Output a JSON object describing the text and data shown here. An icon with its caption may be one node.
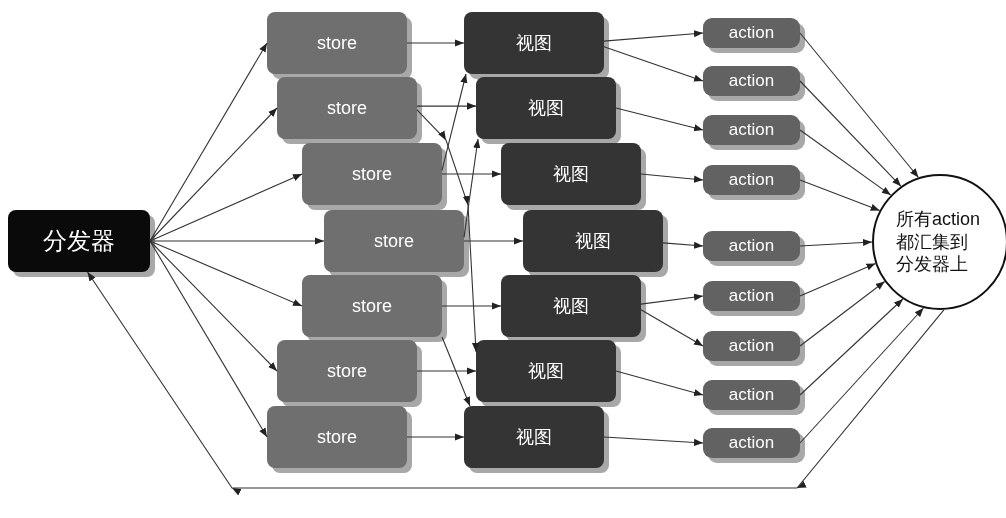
{
  "diagram": {
    "nodes": [
      {
        "text": [
          "分发器"
        ]
      },
      {
        "text": [
          "store"
        ]
      },
      {
        "text": [
          "store"
        ]
      },
      {
        "text": [
          "store"
        ]
      },
      {
        "text": [
          "store"
        ]
      },
      {
        "text": [
          "store"
        ]
      },
      {
        "text": [
          "store"
        ]
      },
      {
        "text": [
          "store"
        ]
      },
      {
        "text": [
          "视图"
        ]
      },
      {
        "text": [
          "视图"
        ]
      },
      {
        "text": [
          "视图"
        ]
      },
      {
        "text": [
          "视图"
        ]
      },
      {
        "text": [
          "视图"
        ]
      },
      {
        "text": [
          "视图"
        ]
      },
      {
        "text": [
          "视图"
        ]
      },
      {
        "text": [
          "action"
        ]
      },
      {
        "text": [
          "action"
        ]
      },
      {
        "text": [
          "action"
        ]
      },
      {
        "text": [
          "action"
        ]
      },
      {
        "text": [
          "action"
        ]
      },
      {
        "text": [
          "action"
        ]
      },
      {
        "text": [
          "action"
        ]
      },
      {
        "text": [
          "action"
        ]
      },
      {
        "text": [
          "action"
        ]
      },
      {
        "text": [
          "所有action都汇集到分发器上"
        ]
      }
    ],
    "edges": [
      {
        "from": 0,
        "to": 1,
        "arrow": "to"
      },
      {
        "from": 0,
        "to": 2,
        "arrow": "to"
      },
      {
        "from": 0,
        "to": 3,
        "arrow": "to"
      },
      {
        "from": 0,
        "to": 4,
        "arrow": "to"
      },
      {
        "from": 0,
        "to": 5,
        "arrow": "to"
      },
      {
        "from": 0,
        "to": 6,
        "arrow": "to"
      },
      {
        "from": 0,
        "to": 7,
        "arrow": "to"
      },
      {
        "from": 1,
        "to": 8,
        "arrow": "to"
      },
      {
        "from": 2,
        "to": 9,
        "arrow": "to"
      },
      {
        "from": 2,
        "to": 13,
        "arrow": "to"
      },
      {
        "from": 3,
        "to": 10,
        "arrow": "to"
      },
      {
        "from": 3,
        "to": 8,
        "arrow": "to"
      },
      {
        "from": 4,
        "to": 11,
        "arrow": "to"
      },
      {
        "from": 4,
        "to": 9,
        "arrow": "to"
      },
      {
        "from": 5,
        "to": 12,
        "arrow": "to"
      },
      {
        "from": 5,
        "to": 14,
        "arrow": "to"
      },
      {
        "from": 6,
        "to": 13,
        "arrow": "to"
      },
      {
        "from": 7,
        "to": 14,
        "arrow": "to"
      },
      {
        "from": 8,
        "to": 15,
        "arrow": "to"
      },
      {
        "from": 8,
        "to": 16,
        "arrow": "to"
      },
      {
        "from": 9,
        "to": 17,
        "arrow": "to"
      },
      {
        "from": 10,
        "to": 18,
        "arrow": "to"
      },
      {
        "from": 11,
        "to": 19,
        "arrow": "to"
      },
      {
        "from": 12,
        "to": 20,
        "arrow": "to"
      },
      {
        "from": 12,
        "to": 21,
        "arrow": "to"
      },
      {
        "from": 13,
        "to": 22,
        "arrow": "to"
      },
      {
        "from": 14,
        "to": 23,
        "arrow": "to"
      },
      {
        "from": 15,
        "to": 24,
        "arrow": "to"
      },
      {
        "from": 16,
        "to": 24,
        "arrow": "to"
      },
      {
        "from": 17,
        "to": 24,
        "arrow": "to"
      },
      {
        "from": 18,
        "to": 24,
        "arrow": "to"
      },
      {
        "from": 19,
        "to": 24,
        "arrow": "to"
      },
      {
        "from": 20,
        "to": 24,
        "arrow": "to"
      },
      {
        "from": 21,
        "to": 24,
        "arrow": "to"
      },
      {
        "from": 22,
        "to": 24,
        "arrow": "to"
      },
      {
        "from": 23,
        "to": 24,
        "arrow": "to"
      },
      {
        "from": 24,
        "to": 0,
        "arrow": "to"
      }
    ]
  }
}
